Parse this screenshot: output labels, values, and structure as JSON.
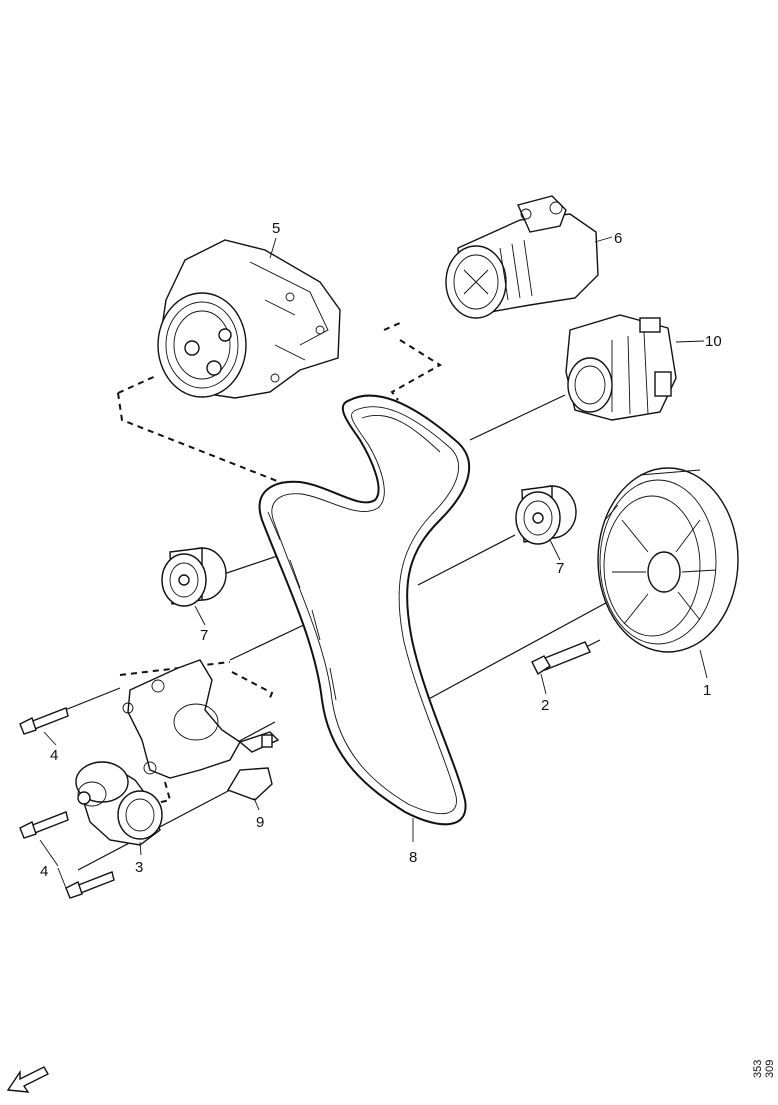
{
  "diagram": {
    "reference": "353 309",
    "callouts": {
      "p1": "1",
      "p2": "2",
      "p3": "3",
      "p4a": "4",
      "p4b": "4",
      "p5": "5",
      "p6": "6",
      "p7a": "7",
      "p7b": "7",
      "p8": "8",
      "p9": "9",
      "p10": "10"
    },
    "icons": {
      "orientation": "arrow-down-left-icon"
    }
  }
}
